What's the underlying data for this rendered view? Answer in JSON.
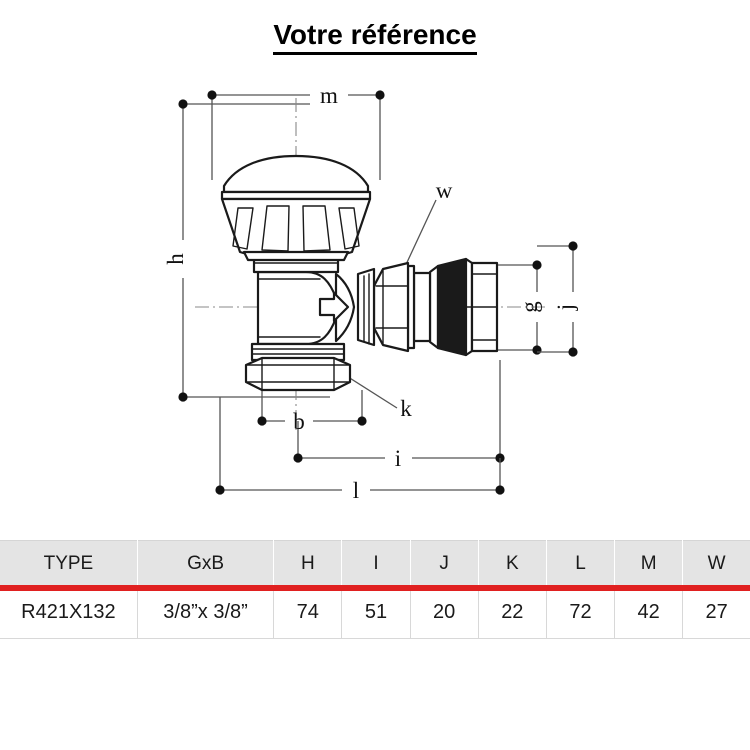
{
  "page": {
    "title": "Votre référence",
    "background_color": "#ffffff"
  },
  "drawing": {
    "name": "angle-radiator-valve-technical-drawing",
    "line_color": "#1a1a1a",
    "dimension_color": "#555555",
    "callouts": [
      {
        "id": "m",
        "label": "m",
        "kind": "dimension",
        "orientation": "horizontal"
      },
      {
        "id": "h",
        "label": "h",
        "kind": "dimension",
        "orientation": "vertical"
      },
      {
        "id": "w",
        "label": "w",
        "kind": "leader"
      },
      {
        "id": "g",
        "label": "g",
        "kind": "dimension",
        "orientation": "vertical"
      },
      {
        "id": "j",
        "label": "j",
        "kind": "dimension",
        "orientation": "vertical"
      },
      {
        "id": "k",
        "label": "k",
        "kind": "leader"
      },
      {
        "id": "b",
        "label": "b",
        "kind": "dimension",
        "orientation": "horizontal"
      },
      {
        "id": "i",
        "label": "i",
        "kind": "dimension",
        "orientation": "horizontal"
      },
      {
        "id": "l",
        "label": "l",
        "kind": "dimension",
        "orientation": "horizontal"
      }
    ],
    "flow_arrow": "flow-direction-arrow-right"
  },
  "table": {
    "accent_color": "#e02020",
    "header_background": "#e4e4e4",
    "headers": [
      "TYPE",
      "GxB",
      "H",
      "I",
      "J",
      "K",
      "L",
      "M",
      "W"
    ],
    "rows": [
      {
        "type": "R421X132",
        "gxb": "3/8”x 3/8”",
        "h": "74",
        "i": "51",
        "j": "20",
        "k": "22",
        "l": "72",
        "m": "42",
        "w": "27"
      }
    ]
  }
}
